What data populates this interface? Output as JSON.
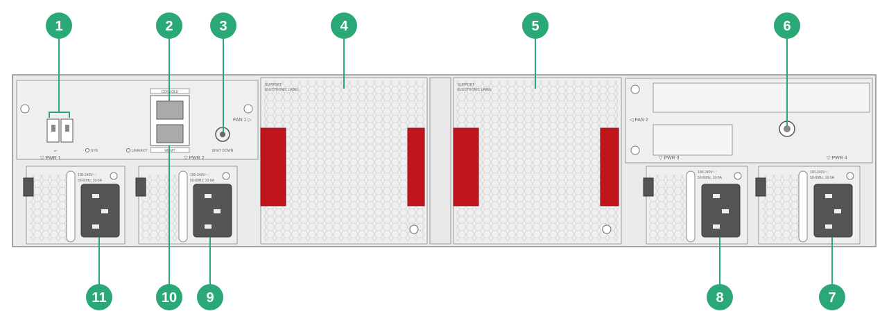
{
  "callouts": [
    "1",
    "2",
    "3",
    "4",
    "5",
    "6",
    "7",
    "8",
    "9",
    "10",
    "11"
  ],
  "labels": {
    "console": "CONSOLE",
    "mgmt": "MGMT",
    "shutdown": "SHUT DOWN",
    "sys": "SYS",
    "link_act": "LINK/ACT",
    "fan1": "FAN 1 ▷",
    "fan2": "◁ FAN 2",
    "pwr1": "▽ PWR 1",
    "pwr2": "▽ PWR 2",
    "pwr3": "▽ PWR 3",
    "pwr4": "▽ PWR 4",
    "support": "SUPPORT",
    "electronic_label": "ELECTRONIC LABEL",
    "psu_rating_1": "100-240V~ ;",
    "psu_rating_2": "50-60Hz; 10-5A"
  },
  "colors": {
    "callout": "#2aa876",
    "handle": "#c0151b",
    "panel": "#ececec",
    "outline": "#8a8a8a"
  }
}
